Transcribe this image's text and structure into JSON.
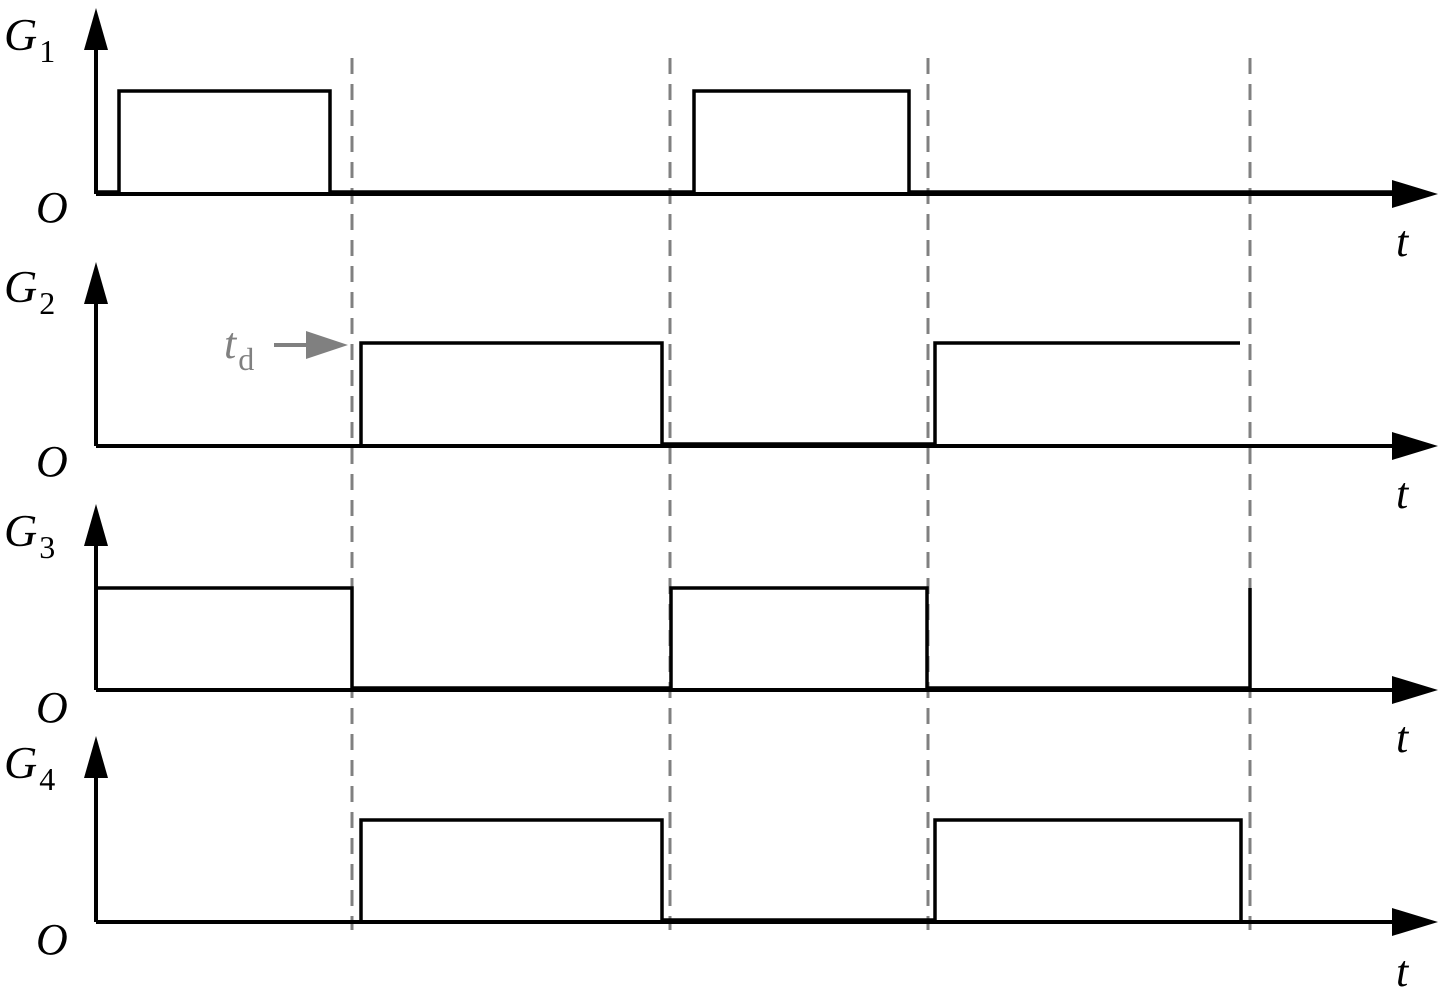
{
  "colors": {
    "wave": "#000000",
    "divider": "#808080",
    "annotation": "#808080"
  },
  "channels": [
    {
      "symbol": "G",
      "subscript": "1",
      "origin": "O",
      "time": "t"
    },
    {
      "symbol": "G",
      "subscript": "2",
      "origin": "O",
      "time": "t"
    },
    {
      "symbol": "G",
      "subscript": "3",
      "origin": "O",
      "time": "t"
    },
    {
      "symbol": "G",
      "subscript": "4",
      "origin": "O",
      "time": "t"
    }
  ],
  "annotation": {
    "symbol": "t",
    "subscript": "d"
  }
}
